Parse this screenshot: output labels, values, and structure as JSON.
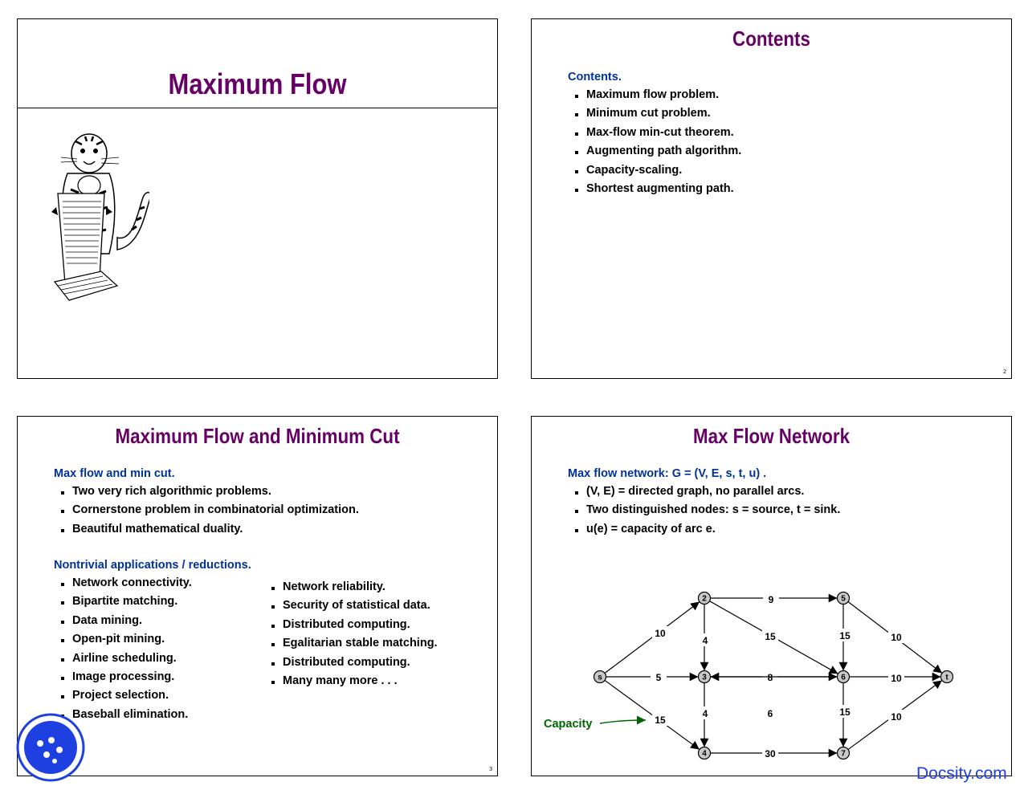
{
  "slide1": {
    "title": "Maximum Flow"
  },
  "slide2": {
    "title": "Contents",
    "heading": "Contents.",
    "items": [
      "Maximum flow problem.",
      "Minimum cut problem.",
      "Max-flow min-cut theorem.",
      "Augmenting path algorithm.",
      "Capacity-scaling.",
      "Shortest augmenting path."
    ],
    "page": "2"
  },
  "slide3": {
    "title": "Maximum Flow and Minimum Cut",
    "heading1": "Max flow and min cut.",
    "items1": [
      "Two very rich algorithmic problems.",
      "Cornerstone problem in combinatorial optimization.",
      "Beautiful mathematical duality."
    ],
    "heading2": "Nontrivial applications / reductions.",
    "apps_left": [
      "Network connectivity.",
      "Bipartite matching.",
      "Data mining.",
      "Open-pit mining.",
      "Airline scheduling.",
      "Image processing.",
      "Project selection.",
      "Baseball elimination."
    ],
    "apps_right": [
      "Network reliability.",
      "Security of statistical data.",
      "Distributed computing.",
      "Egalitarian stable matching.",
      "Distributed computing.",
      "Many many more . . ."
    ],
    "page": "3"
  },
  "slide4": {
    "title": "Max Flow Network",
    "heading": "Max flow network:  G = (V, E, s, t, u) .",
    "items": [
      "(V, E) = directed graph, no parallel arcs.",
      "Two distinguished nodes:  s = source, t = sink.",
      "u(e) = capacity of arc e."
    ],
    "capacity_label": "Capacity",
    "capacity_color": "#006600",
    "nodes": [
      "s",
      "2",
      "3",
      "4",
      "5",
      "6",
      "7",
      "t"
    ],
    "edges": [
      {
        "from": "s",
        "to": "2",
        "cap": "10"
      },
      {
        "from": "s",
        "to": "3",
        "cap": "5"
      },
      {
        "from": "s",
        "to": "4",
        "cap": "15"
      },
      {
        "from": "2",
        "to": "5",
        "cap": "9"
      },
      {
        "from": "2",
        "to": "3",
        "cap": "4"
      },
      {
        "from": "2",
        "to": "6",
        "cap": "15"
      },
      {
        "from": "3",
        "to": "6",
        "cap": "8"
      },
      {
        "from": "3",
        "to": "4",
        "cap": "4"
      },
      {
        "from": "6",
        "to": "3",
        "cap": "6"
      },
      {
        "from": "4",
        "to": "7",
        "cap": "30"
      },
      {
        "from": "5",
        "to": "6",
        "cap": "15"
      },
      {
        "from": "5",
        "to": "t",
        "cap": "10"
      },
      {
        "from": "6",
        "to": "t",
        "cap": "10"
      },
      {
        "from": "6",
        "to": "7",
        "cap": "15"
      },
      {
        "from": "7",
        "to": "t",
        "cap": "10"
      }
    ]
  },
  "watermark": {
    "text": "Docsity.com",
    "color": "#1e40e0"
  },
  "colors": {
    "title": "#660066",
    "heading": "#003399"
  }
}
